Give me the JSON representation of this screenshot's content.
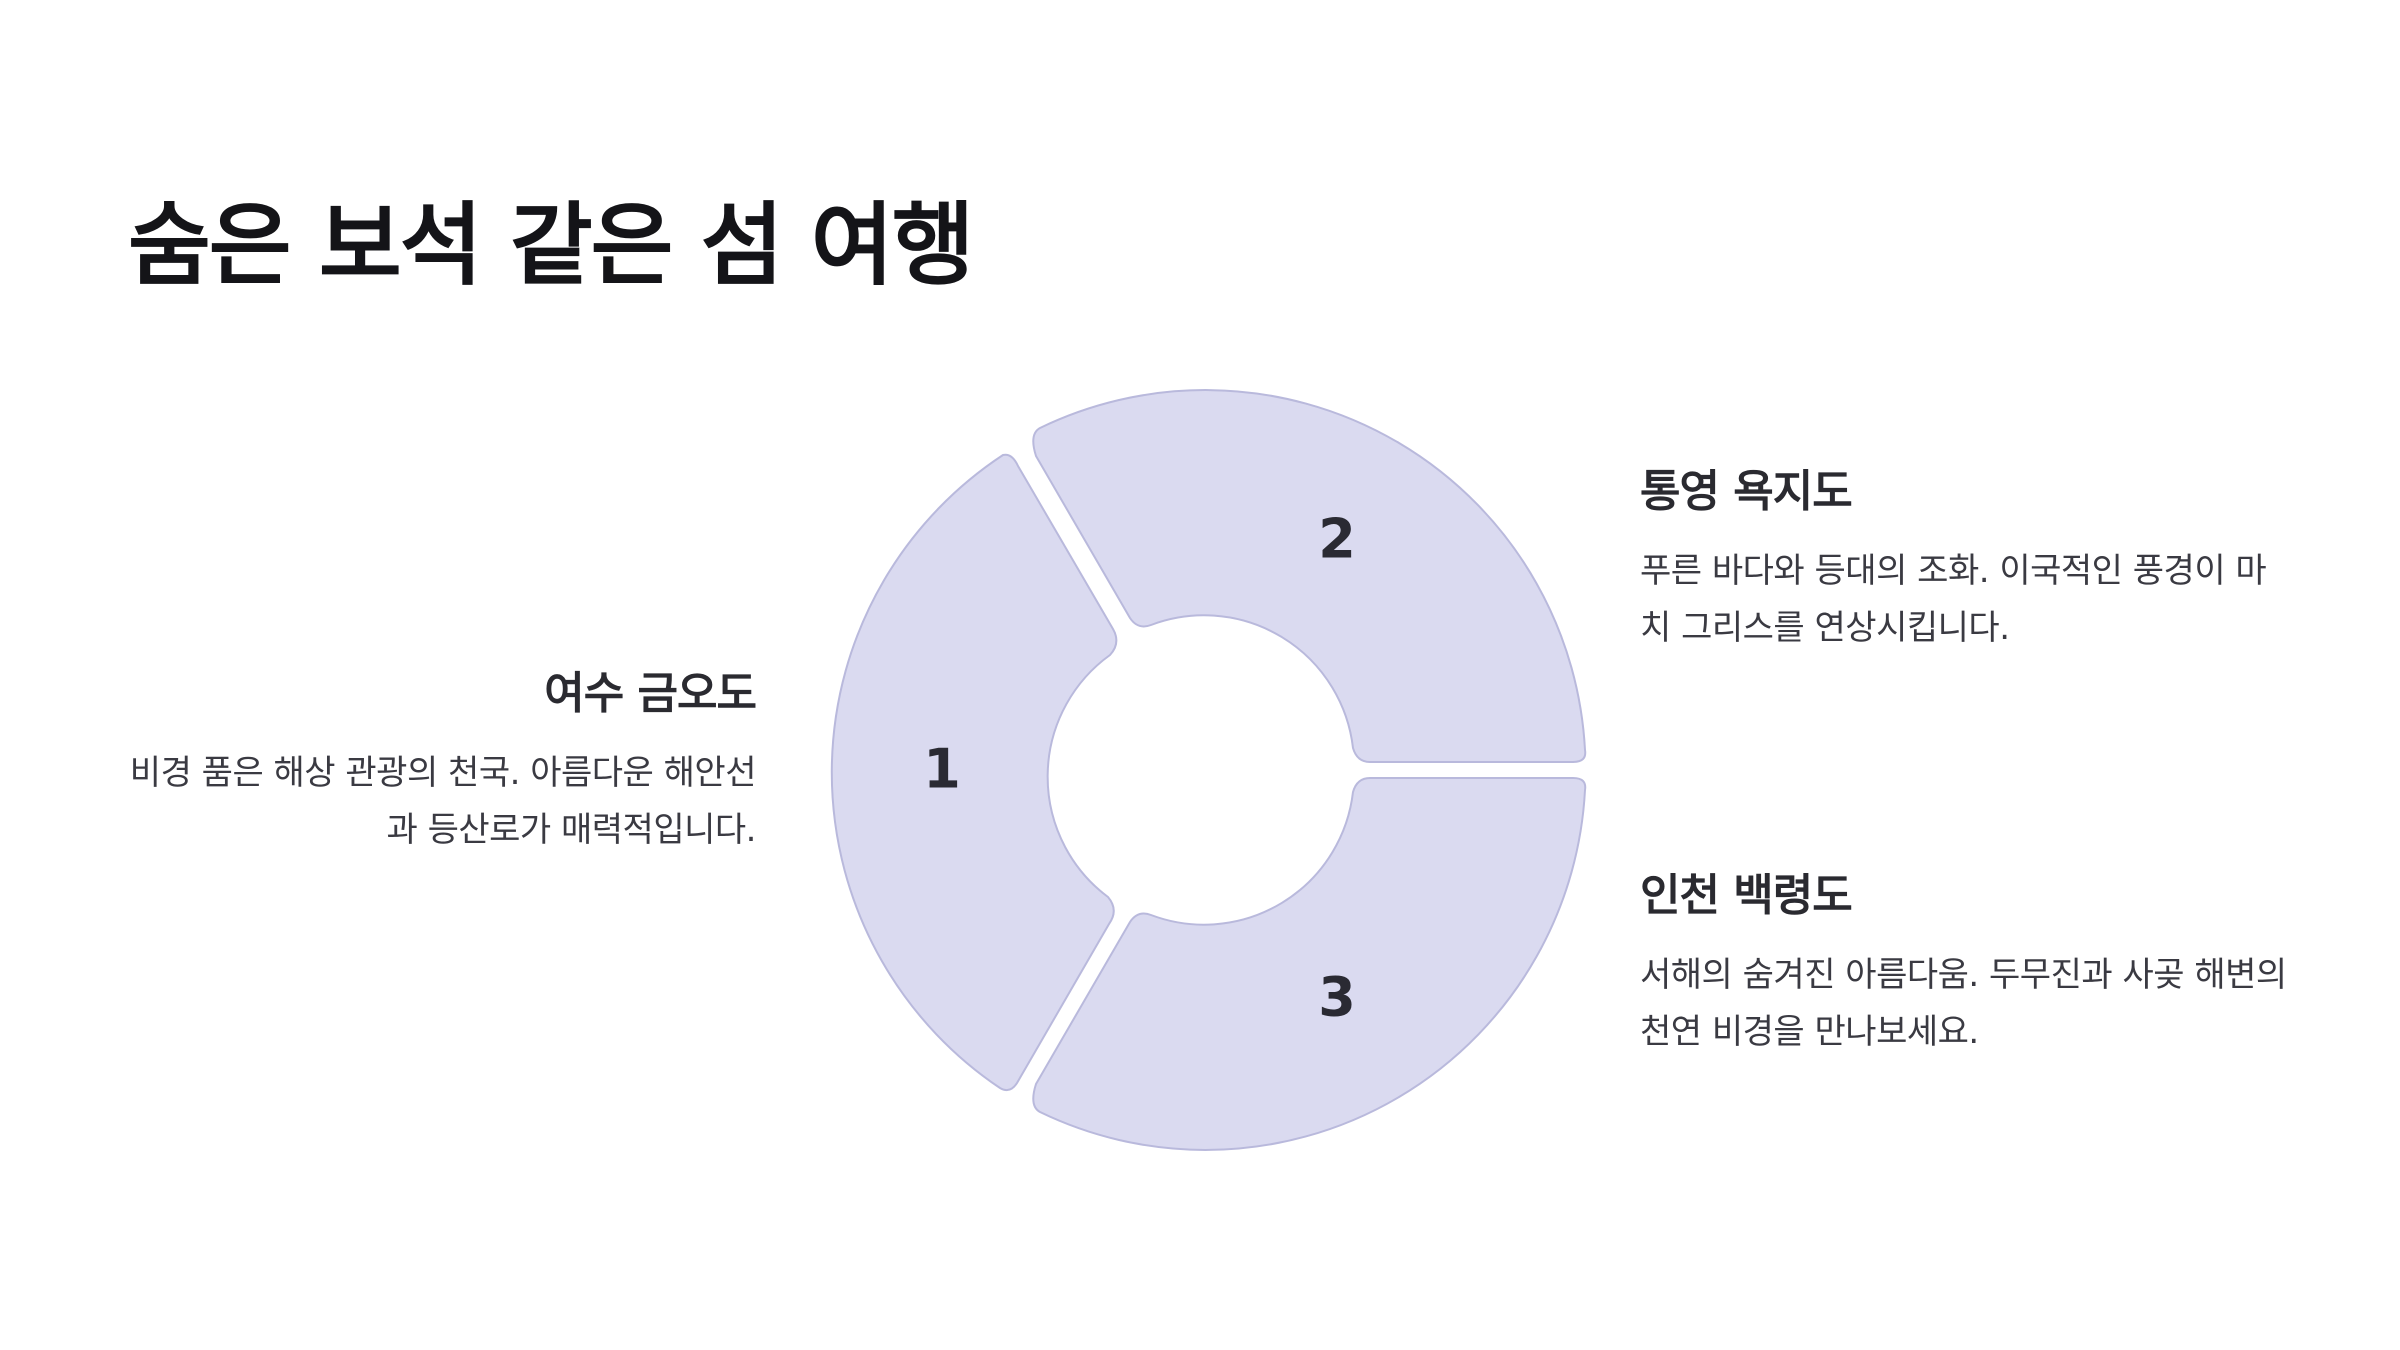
{
  "title": "숨은 보석 같은 섬 여행",
  "segments": [
    {
      "number": "1",
      "heading": "여수 금오도",
      "description": "비경 품은 해상 관광의 천국. 아름다운 해안선과 등산로가 매력적입니다."
    },
    {
      "number": "2",
      "heading": "통영 욕지도",
      "description": "푸른 바다와 등대의 조화. 이국적인 풍경이 마치 그리스를 연상시킵니다."
    },
    {
      "number": "3",
      "heading": "인천 백령도",
      "description": "서해의 숨겨진 아름다움. 두무진과 사곶 해변의 천연 비경을 만나보세요."
    }
  ],
  "colors": {
    "segment_fill": "#dadaf0",
    "segment_stroke": "#b9b9dc",
    "text": "#222229"
  }
}
